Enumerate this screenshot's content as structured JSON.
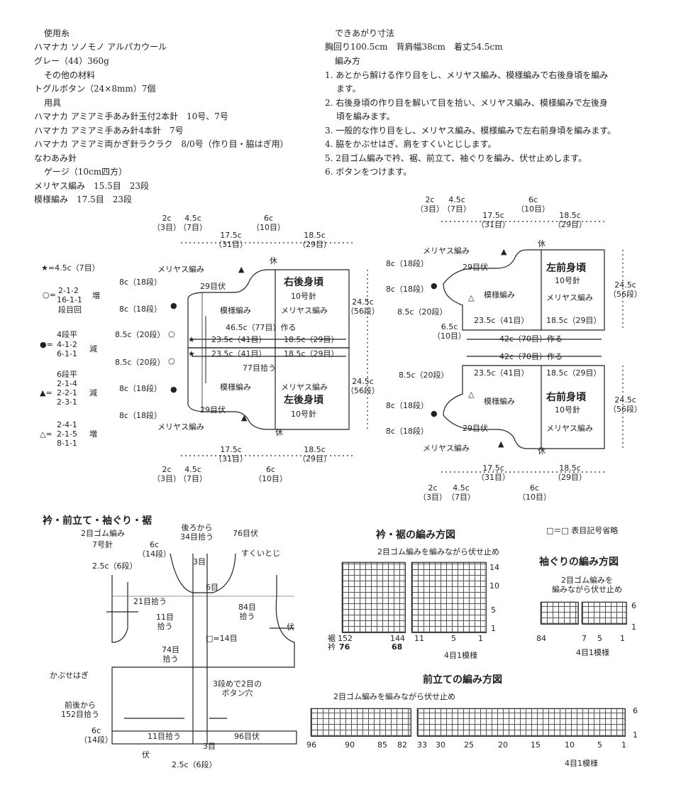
{
  "materials": {
    "yarn_heading": "使用糸",
    "yarn_name": "ハマナカ ソノモノ アルパカウール",
    "yarn_color": "グレー（44）360g",
    "other_heading": "その他の材料",
    "buttons": "トグルボタン（24×8mm）7個",
    "tools_heading": "用具",
    "tool1": "ハマナカ アミアミ手あみ針玉付2本針　10号、7号",
    "tool2": "ハマナカ アミアミ手あみ針4本針　7号",
    "tool3": "ハマナカ アミアミ両かぎ針ラクラク　8/0号（作り目・脇はぎ用）",
    "tool4": "なわあみ針",
    "gauge_heading": "ゲージ（10cm四方）",
    "gauge1": "メリヤス編み　15.5目　23段",
    "gauge2": "模様編み　17.5目　23段"
  },
  "finished": {
    "heading": "できあがり寸法",
    "sizes": "胸回り100.5cm　背肩幅38cm　着丈54.5cm",
    "method_heading": "編み方",
    "steps": [
      "1. あとから解ける作り目をし、メリヤス編み、模様編みで右後身頃を編み",
      "　 ます。",
      "2. 右後身頃の作り目を解いて目を拾い、メリヤス編み、模様編みで左後身",
      "　 頃を編みます。",
      "3. 一般的な作り目をし、メリヤス編み、模様編みで左右前身頃を編みます。",
      "4. 脇をかぶせはぎ、肩をすくいとじします。",
      "5. 2目ゴム編みで衿、裾、前立て、袖ぐりを編み、伏せ止めします。",
      "6. ボタンをつけます。"
    ]
  },
  "legend": {
    "star": "★=4.5c（7目）",
    "circle_a": "2-1-2",
    "circle_b": "16-1-1",
    "circle_c": "段目回",
    "inc": "増",
    "dec": "減",
    "dot_a": "4段平",
    "dot_b": "4-1-2",
    "dot_c": "6-1-1",
    "tri_a": "6段平",
    "tri_b": "2-1-4",
    "tri_c": "2-2-1",
    "tri_d": "2-3-1",
    "otri_a": "2-4-1",
    "otri_b": "2-1-5",
    "otri_c": "8-1-1"
  },
  "back": {
    "dim_2c": "2c",
    "dim_3st": "（3目）",
    "dim_45c": "4.5c",
    "dim_7st": "（7目）",
    "dim_6c": "6c",
    "dim_10st": "（10目）",
    "dim_175c": "17.5c",
    "dim_31st": "（31目）",
    "dim_185c": "18.5c",
    "dim_29st": "（29目）",
    "r8c": "8c（18段）",
    "r85c": "8.5c（20段）",
    "h245": "24.5c",
    "h56": "（56段）",
    "rb_title": "右後身頃",
    "lb_title": "左後身頃",
    "needle10": "10号針",
    "meriyasu": "メリヤス編み",
    "moyou": "模様編み",
    "kyu": "休",
    "fuse29": "29目伏",
    "make77": "46.5c（77目）作る",
    "w235": "23.5c（41目）",
    "w185": "18.5c（29目）",
    "pick77": "77目拾う",
    "star": "★"
  },
  "front": {
    "lf_title": "左前身頃",
    "rf_title": "右前身頃",
    "w65": "6.5c",
    "w65st": "（10目）",
    "make70": "42c（70目）作る"
  },
  "band": {
    "title": "衿・前立て・袖ぐり・裾",
    "rib": "2目ゴム編み",
    "needle7": "7号針",
    "back34a": "後ろから",
    "back34b": "34目拾う",
    "fuse76": "76目伏",
    "sukui": "すくいとじ",
    "c6": "6c",
    "c14": "（14段）",
    "c25": "2.5c（6段）",
    "m3": "3目",
    "m6": "6目",
    "p21": "21目拾う",
    "p11a": "11目",
    "p11b": "拾う",
    "p84a": "84目",
    "p84b": "拾う",
    "fuse": "伏",
    "m14": "□=14目",
    "p74a": "74目",
    "p74b": "拾う",
    "kabuse": "かぶせはぎ",
    "btn_a": "3段めで2目の",
    "btn_b": "ボタン穴",
    "pick152a": "前後から",
    "pick152b": "152目拾う",
    "p11c": "11目拾う",
    "fuse96": "96目伏",
    "bottom25": "2.5c（6段）"
  },
  "charts": {
    "collar_title": "衿・裾の編み方図",
    "collar_note": "2目ゴム編みを編みながら伏せ止め",
    "collar_rows": [
      "14",
      "10",
      "5",
      "1"
    ],
    "collar_x": [
      "152",
      "144",
      "11",
      "5",
      "1"
    ],
    "collar_sub_a": "裾",
    "collar_sub_b": "衿",
    "collar_x2": [
      "76",
      "68"
    ],
    "repeat": "4目1模様",
    "legend_sym": "□＝□ 表目記号省略",
    "arm_title": "袖ぐりの編み方図",
    "arm_note_a": "2目ゴム編みを",
    "arm_note_b": "編みながら伏せ止め",
    "arm_rows": [
      "6",
      "1"
    ],
    "arm_x": [
      "84",
      "7",
      "5",
      "1"
    ],
    "placket_title": "前立ての編み方図",
    "placket_note": "2目ゴム編みを編みながら伏せ止め",
    "placket_rows": [
      "6",
      "1"
    ],
    "placket_x": [
      "96",
      "90",
      "85",
      "82",
      "33",
      "30",
      "25",
      "20",
      "15",
      "10",
      "5",
      "1"
    ]
  }
}
